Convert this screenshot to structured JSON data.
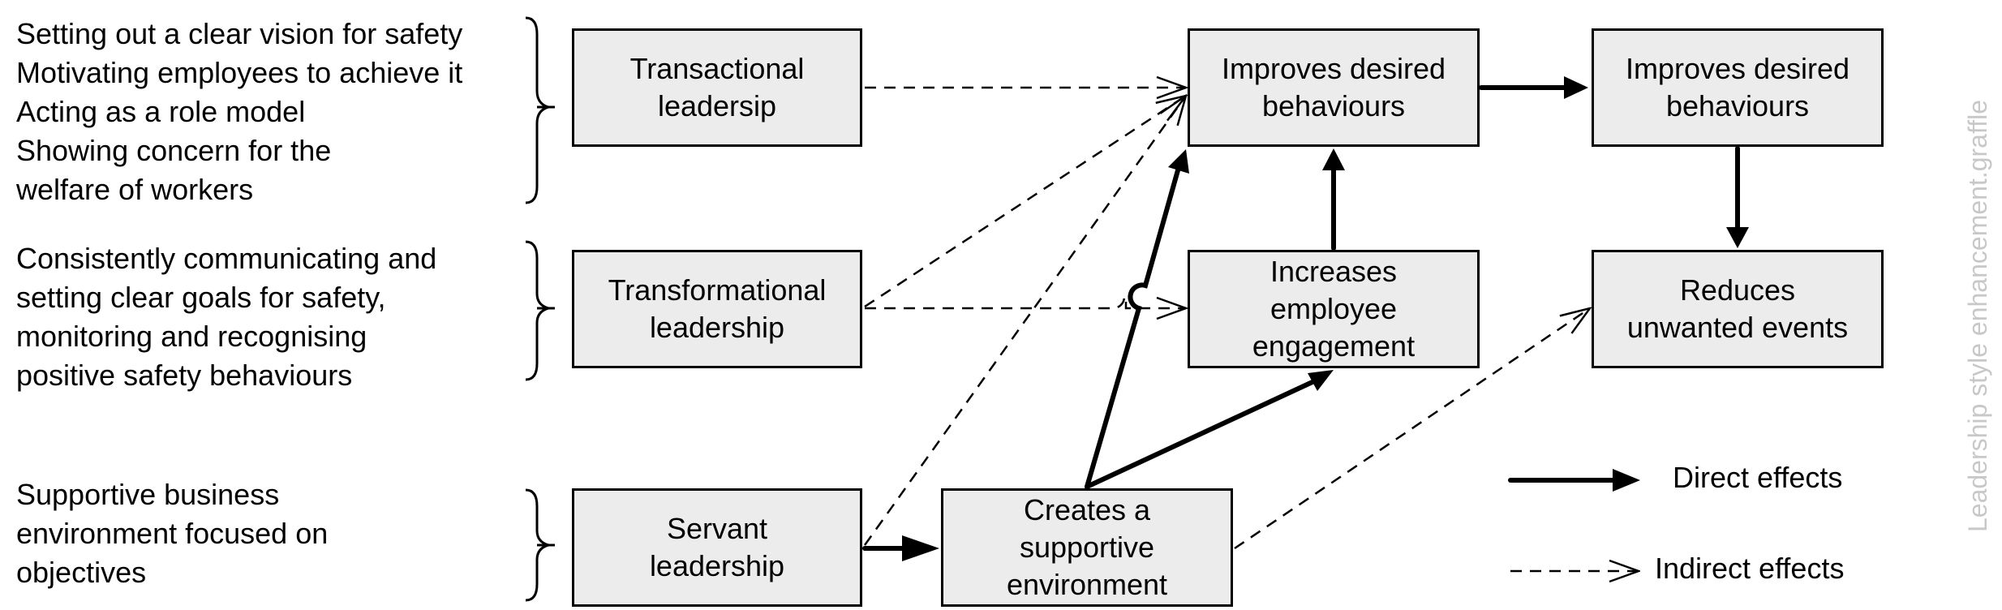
{
  "descriptions": {
    "transactional": "Setting out a clear vision for safety\nMotivating employees to achieve it\nActing as a role model\nShowing concern for the\nwelfare of workers",
    "transformational": "Consistently communicating and\nsetting clear goals for safety,\nmonitoring and recognising\npositive safety behaviours",
    "servant": "Supportive business\nenvironment focused on\nobjectives"
  },
  "boxes": {
    "transactional": "Transactional\nleadersip",
    "transformational": "Transformational\nleadership",
    "servant": "Servant\nleadership",
    "supportive": "Creates a\nsupportive\nenvironment",
    "engagement": "Increases\nemployee\nengagement",
    "behaviours_1": "Improves desired\nbehaviours",
    "behaviours_2": "Improves desired\nbehaviours",
    "unwanted": "Reduces\nunwanted events"
  },
  "legend": {
    "direct": "Direct effects",
    "indirect": "Indirect effects"
  },
  "side_label": "Leadership style enhancement.graffle",
  "colors": {
    "box_fill": "#ececec",
    "line": "#000000",
    "side_label": "#c8c8c8"
  }
}
